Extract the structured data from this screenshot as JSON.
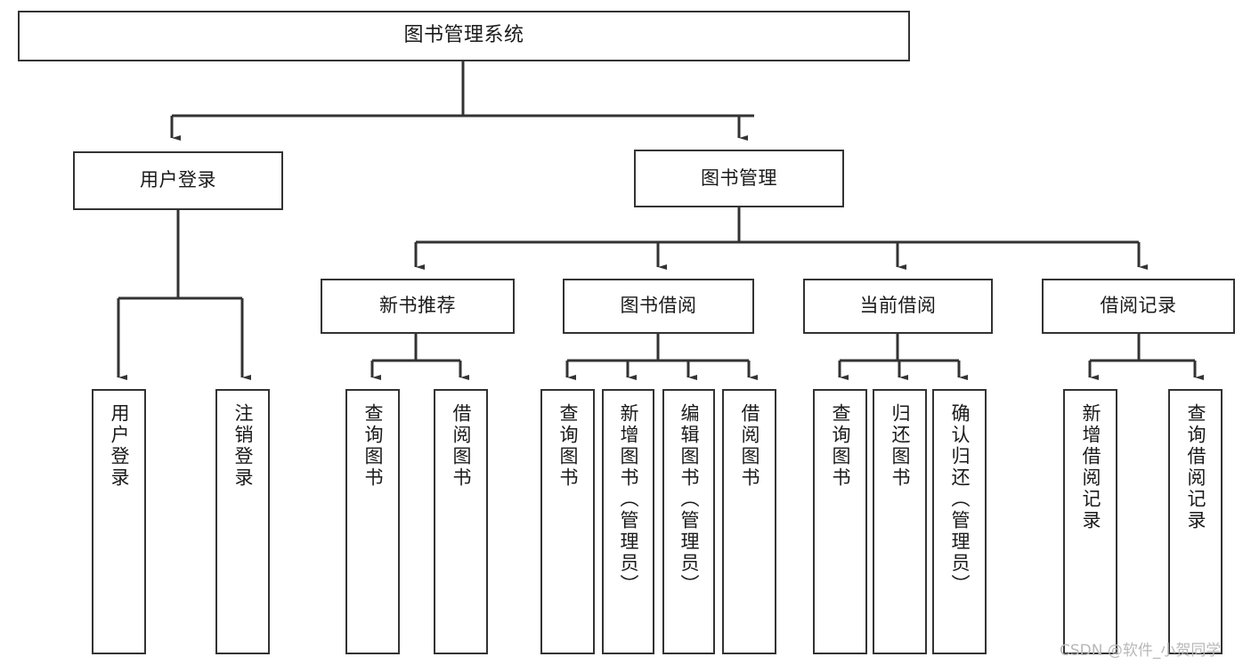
{
  "diagram": {
    "title": "图书管理系统",
    "type": "tree-hierarchy-chart",
    "watermark": "CSDN @软件_小贺同学",
    "colors": {
      "border": "#333333",
      "background": "#ffffff",
      "text": "#1a1a1a",
      "watermark": "#b8b8b8"
    },
    "root": {
      "label": "图书管理系统"
    },
    "level2": [
      {
        "label": "用户登录"
      },
      {
        "label": "图书管理"
      }
    ],
    "level3": [
      {
        "label": "新书推荐"
      },
      {
        "label": "图书借阅"
      },
      {
        "label": "当前借阅"
      },
      {
        "label": "借阅记录"
      }
    ],
    "leaves": {
      "user_login": [
        {
          "label": "用户登录"
        },
        {
          "label": "注销登录"
        }
      ],
      "new_book": [
        {
          "label": "查询图书"
        },
        {
          "label": "借阅图书"
        }
      ],
      "book_borrow": [
        {
          "label": "查询图书"
        },
        {
          "label": "新增图书（管理员）"
        },
        {
          "label": "编辑图书（管理员）"
        },
        {
          "label": "借阅图书"
        }
      ],
      "current_borrow": [
        {
          "label": "查询图书"
        },
        {
          "label": "归还图书"
        },
        {
          "label": "确认归还（管理员）"
        }
      ],
      "borrow_record": [
        {
          "label": "新增借阅记录"
        },
        {
          "label": "查询借阅记录"
        }
      ]
    }
  }
}
